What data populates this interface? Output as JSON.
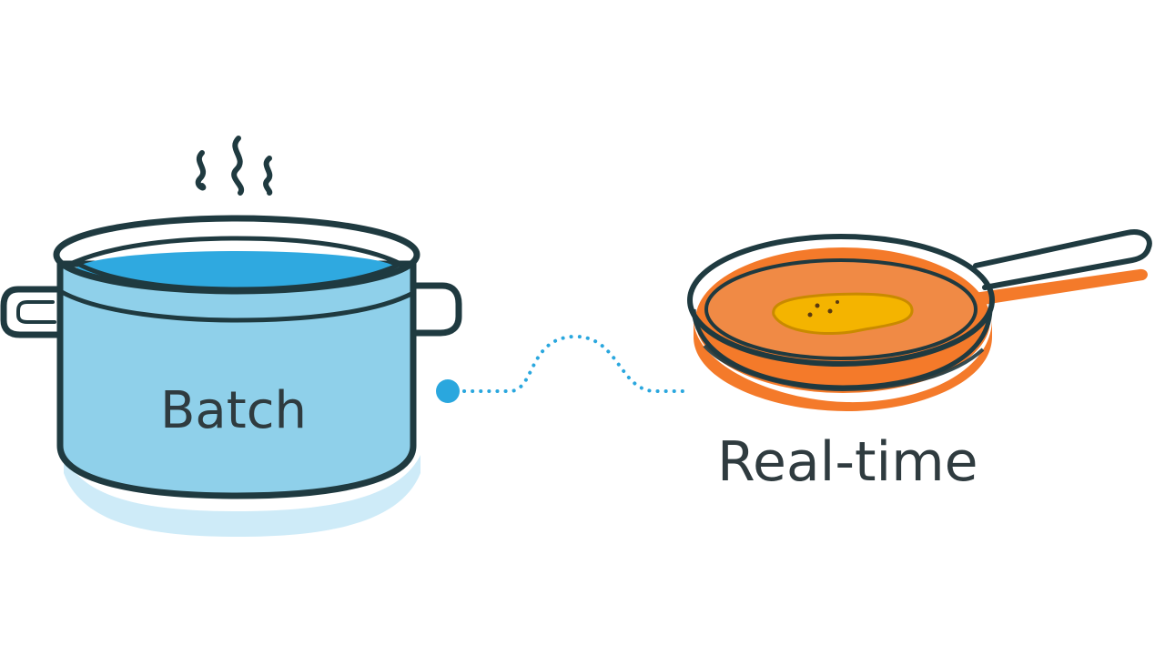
{
  "labels": {
    "batch": "Batch",
    "realtime": "Real-time"
  },
  "icons": {
    "pot": "stock-pot-icon",
    "steam": "steam-icon",
    "pan": "frying-pan-icon",
    "food": "food-item-icon"
  },
  "connector": {
    "style": "dotted",
    "endpoint": "dot"
  },
  "colors": {
    "outline": "#1f3a40",
    "pot_fill": "#8fd0ea",
    "pot_water": "#2fa9e0",
    "pot_shadow": "#b9e3f5",
    "connector": "#2aa7de",
    "pan_fill": "#f47a2a",
    "pan_inner": "#f08a45",
    "food": "#f4b400",
    "text": "#2f3b3f"
  }
}
